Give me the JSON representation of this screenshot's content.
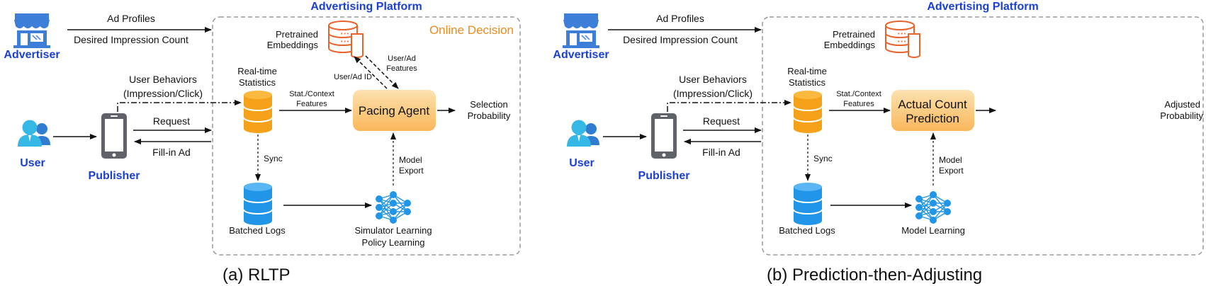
{
  "colors": {
    "blue_label": "#1a3fd6",
    "orange_accent": "#f08a1c",
    "db_orange": "#f5a21a",
    "db_blue": "#2196e8",
    "agent_fill": "#fbc97c",
    "store_blue": "#3d7fd8",
    "user_cyan": "#35b8e6",
    "phone_gray": "#5f6268"
  },
  "panels": [
    {
      "caption": "(a) RLTP",
      "platform_title": "Advertising Platform",
      "online_decision": "Online Decision",
      "advertiser": "Advertiser",
      "publisher": "Publisher",
      "user": "User",
      "ad_profiles": "Ad Profiles",
      "impression_count": "Desired Impression Count",
      "user_behaviors_1": "User Behaviors",
      "user_behaviors_2": "(Impression/Click)",
      "request": "Request",
      "fill_in_ad": "Fill-in Ad",
      "embeddings_1": "Pretrained",
      "embeddings_2": "Embeddings",
      "realtime_1": "Real-time",
      "realtime_2": "Statistics",
      "stat_ctx_1": "Stat./Context",
      "stat_ctx_2": "Features",
      "user_ad_id": "User/Ad ID",
      "user_ad_feat_1": "User/Ad",
      "user_ad_feat_2": "Features",
      "agent_line_1": "Pacing Agent",
      "agent_line_2": "",
      "output_1": "Selection",
      "output_2": "Probability",
      "sync": "Sync",
      "model_export_1": "Model",
      "model_export_2": "Export",
      "batched_logs": "Batched Logs",
      "learning_1": "Simulator Learning",
      "learning_2": "Policy Learning"
    },
    {
      "caption": "(b) Prediction-then-Adjusting",
      "platform_title": "Advertising Platform",
      "online_decision": "",
      "advertiser": "Advertiser",
      "publisher": "Publisher",
      "user": "User",
      "ad_profiles": "Ad Profiles",
      "impression_count": "Desired Impression Count",
      "user_behaviors_1": "User Behaviors",
      "user_behaviors_2": "(Impression/Click)",
      "request": "Request",
      "fill_in_ad": "Fill-in Ad",
      "embeddings_1": "Pretrained",
      "embeddings_2": "Embeddings",
      "realtime_1": "Real-time",
      "realtime_2": "Statistics",
      "stat_ctx_1": "Stat./Context",
      "stat_ctx_2": "Features",
      "user_ad_id": "",
      "user_ad_feat_1": "",
      "user_ad_feat_2": "",
      "agent_line_1": "Actual Count",
      "agent_line_2": "Prediction",
      "output_1": "Adjusted",
      "output_2": "Probability",
      "sync": "Sync",
      "model_export_1": "Model",
      "model_export_2": "Export",
      "batched_logs": "Batched Logs",
      "learning_1": "Model Learning",
      "learning_2": ""
    }
  ]
}
